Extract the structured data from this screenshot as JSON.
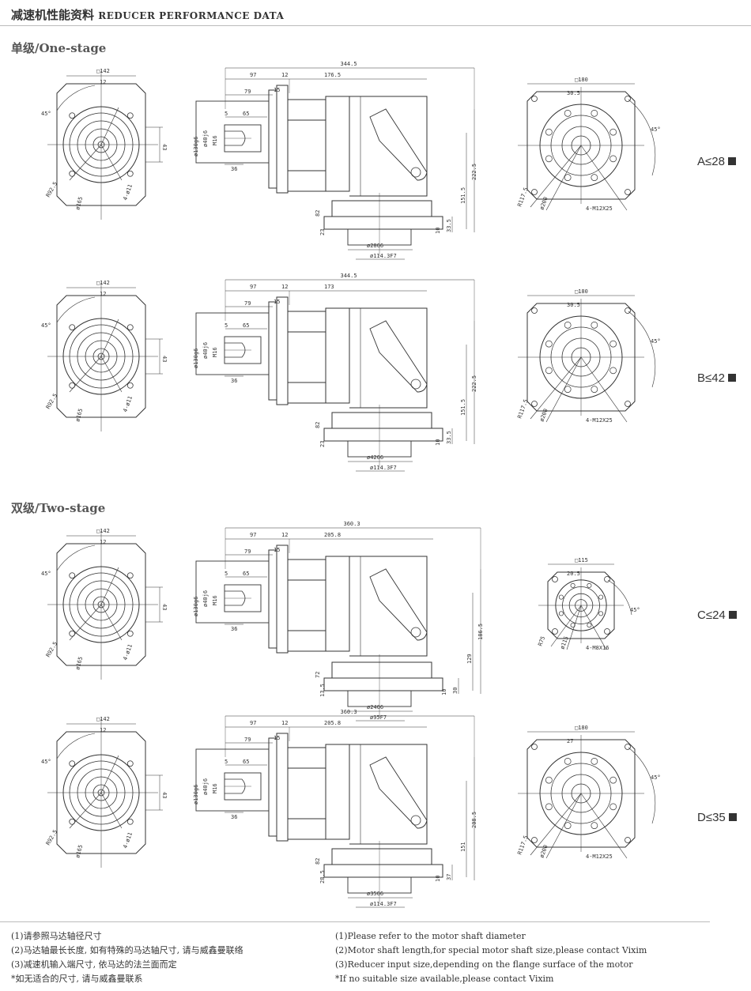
{
  "header": {
    "title_cn": "减速机性能资料",
    "title_en": "REDUCER PERFORMANCE DATA"
  },
  "sections": {
    "one_stage": "单级/One-stage",
    "two_stage": "双级/Two-stage"
  },
  "rows": [
    {
      "ratio": "A≤28",
      "left": {
        "square": "□142",
        "top": "12",
        "angle": "45°",
        "side": "43",
        "radius": "R92.5",
        "dia": "ø165",
        "holes": "4-ø11"
      },
      "mid": {
        "total": "344.5",
        "d1": "97",
        "d2": "12",
        "d3": "176.5",
        "d4": "15",
        "d5": "79",
        "d6": "65",
        "d7": "5",
        "shaft": "ø40j6",
        "key": "M16",
        "flange": "ø130g6",
        "len": "36",
        "h1": "222.5",
        "h2": "151.5",
        "h3": "33.5",
        "h4": "10",
        "h5": "82",
        "h6": "23",
        "bore": "ø28G6",
        "pcd": "ø114.3F7"
      },
      "right": {
        "square": "□180",
        "off": "30.5",
        "angle": "45°",
        "radius": "R117.5",
        "dia": "ø200",
        "holes": "4-M12X25"
      }
    },
    {
      "ratio": "B≤42",
      "left": {
        "square": "□142",
        "top": "12",
        "angle": "45°",
        "side": "43",
        "radius": "R92.5",
        "dia": "ø165",
        "holes": "4-ø11"
      },
      "mid": {
        "total": "344.5",
        "d1": "97",
        "d2": "12",
        "d3": "173",
        "d4": "15",
        "d5": "79",
        "d6": "65",
        "d7": "5",
        "shaft": "ø40j6",
        "key": "M16",
        "flange": "ø130g6",
        "len": "36",
        "h1": "222.5",
        "h2": "151.5",
        "h3": "33.5",
        "h4": "10",
        "h5": "82",
        "h6": "23",
        "bore": "ø42G6",
        "pcd": "ø114.3F7"
      },
      "right": {
        "square": "□180",
        "off": "30.5",
        "angle": "45°",
        "radius": "R117.5",
        "dia": "ø200",
        "holes": "4-M12X25"
      }
    },
    {
      "ratio": "C≤24",
      "left": {
        "square": "□142",
        "top": "12",
        "angle": "45°",
        "side": "43",
        "radius": "R92.5",
        "dia": "ø165",
        "holes": "4-ø11"
      },
      "mid": {
        "total": "360.3",
        "d1": "97",
        "d2": "12",
        "d3": "205.8",
        "d4": "15",
        "d5": "79",
        "d6": "65",
        "d7": "5",
        "shaft": "ø40j6",
        "key": "M16",
        "flange": "ø130g6",
        "len": "36",
        "h1": "186.5",
        "h2": "129",
        "h3": "30",
        "h4": "10",
        "h5": "72",
        "h6": "13.5",
        "bore": "ø24G6",
        "pcd": "ø95F7"
      },
      "right": {
        "square": "□115",
        "off": "20.5",
        "angle": "45°",
        "radius": "R75",
        "dia": "ø115",
        "holes": "4-M8X16"
      }
    },
    {
      "ratio": "D≤35",
      "left": {
        "square": "□142",
        "top": "12",
        "angle": "45°",
        "side": "43",
        "radius": "R92.5",
        "dia": "ø165",
        "holes": "4-ø11"
      },
      "mid": {
        "total": "360.3",
        "d1": "97",
        "d2": "12",
        "d3": "205.8",
        "d4": "15",
        "d5": "79",
        "d6": "65",
        "d7": "5",
        "shaft": "ø40j6",
        "key": "M16",
        "flange": "ø130g6",
        "len": "36",
        "h1": "208.5",
        "h2": "151",
        "h3": "37",
        "h4": "10",
        "h5": "82",
        "h6": "28.5",
        "bore": "ø35G6",
        "pcd": "ø114.3F7"
      },
      "right": {
        "square": "□180",
        "off": "27",
        "angle": "45°",
        "radius": "R117.5",
        "dia": "ø200",
        "holes": "4-M12X25"
      }
    }
  ],
  "notes_cn": [
    "(1)请参照马达轴径尺寸",
    "(2)马达轴最长长度, 如有特殊的马达轴尺寸, 请与威鑫曼联络",
    "(3)减速机输入端尺寸, 依马达的法兰面而定",
    "*如无适合的尺寸, 请与威鑫曼联系"
  ],
  "notes_en": [
    "(1)Please refer to the motor shaft diameter",
    "(2)Motor shaft length,for special motor shaft size,please contact Vixim",
    "(3)Reducer input size,depending on the flange surface of the motor",
    "*If no suitable size available,please contact Vixim"
  ]
}
